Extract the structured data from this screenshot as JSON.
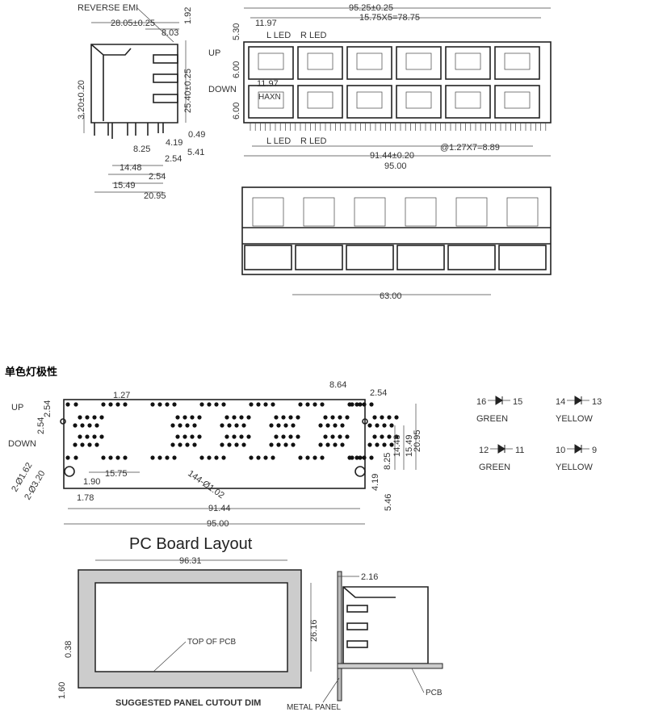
{
  "side_view": {
    "reverse_emi": "REVERSE EMI",
    "dims": [
      "28.05±0.25",
      "8.03",
      "1.92",
      "25.40±0.25",
      "3.20±0.20",
      "0.49",
      "4.19",
      "5.41",
      "8.25",
      "2.54",
      "14.48",
      "2.54",
      "15.49",
      "20.95"
    ]
  },
  "front_view": {
    "dims": [
      "95.25±0.25",
      "15.75X5=78.75",
      "11.97",
      "11.97",
      "5.30",
      "6.00",
      "6.00",
      "@1.27X7=8.89",
      "91.44±0.20",
      "95.00"
    ],
    "l_led": "L LED",
    "r_led": "R LED",
    "up": "UP",
    "down": "DOWN",
    "brand": "HAXN"
  },
  "bottom_view": {
    "dim": "63.00"
  },
  "pcb_layout": {
    "title": "PC Board Layout",
    "polarity_note": "单色灯极性",
    "up": "UP",
    "down": "DOWN",
    "dims": [
      "2.54",
      "2.54",
      "1.27",
      "8.64",
      "2.54",
      "20.95",
      "15.49",
      "14.48",
      "8.25",
      "4.19",
      "5.46",
      "2-Ø1.62",
      "2-Ø3.20",
      "1.90",
      "1.78",
      "15.75",
      "144-Ø1.02",
      "91.44",
      "95.00"
    ]
  },
  "led_legend": [
    {
      "pins": [
        "16",
        "15"
      ],
      "color": "GREEN"
    },
    {
      "pins": [
        "14",
        "13"
      ],
      "color": "YELLOW"
    },
    {
      "pins": [
        "12",
        "11"
      ],
      "color": "GREEN"
    },
    {
      "pins": [
        "10",
        "9"
      ],
      "color": "YELLOW"
    }
  ],
  "panel_cutout": {
    "dims": [
      "96.31",
      "26.16",
      "0.38",
      "1.60",
      "2.16"
    ],
    "top_of_pcb": "TOP OF PCB",
    "caption": "SUGGESTED PANEL CUTOUT DIM",
    "metal_panel": "METAL PANEL",
    "pcb": "PCB"
  }
}
